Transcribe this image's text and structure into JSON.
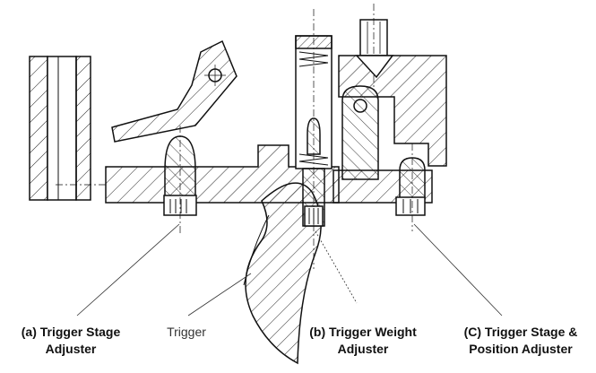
{
  "labels": {
    "a_line1": "(a) Trigger Stage",
    "a_line2": "Adjuster",
    "trigger": "Trigger",
    "b_line1": "(b) Trigger Weight",
    "b_line2": "Adjuster",
    "c_line1": "(C) Trigger Stage &",
    "c_line2": "Position Adjuster"
  },
  "colors": {
    "ink": "#111111",
    "background": "#ffffff"
  }
}
